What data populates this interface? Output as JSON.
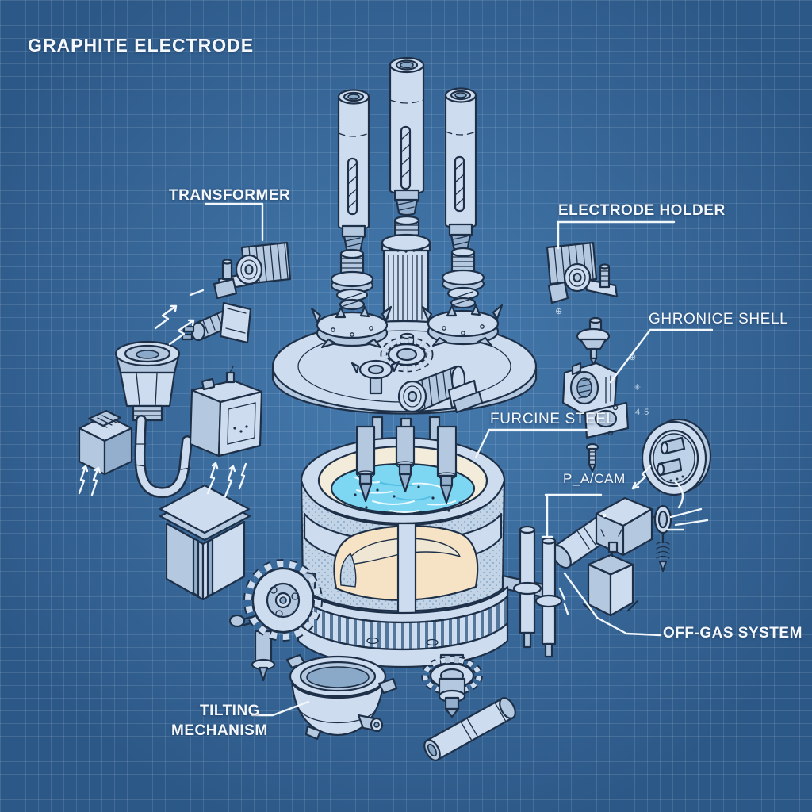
{
  "labels": {
    "graphite_electrode": "GRAPHITE ELECTRODE",
    "transformer": "TRANSFORMER",
    "electrode_holder": "ELECTRODE HOLDER",
    "furnace_shell": "GHRONICE SHELL",
    "furnace_steel": "FURCINE STEEL",
    "pacam": "P_A/CAM",
    "off_gas_system": "OFF-GAS SYSTEM",
    "tilting_mechanism_line1": "TILTING",
    "tilting_mechanism_line2": "MECHANISM"
  },
  "annotation_marks": {
    "m1": "⊕",
    "m2": "⊕",
    "m3": "✳",
    "m4": "4.5"
  },
  "colors": {
    "bg_center": "#477cb0",
    "bg_edge": "#2c5887",
    "grid_line": "rgba(220,235,250,0.13)",
    "line": "#1e3048",
    "part_light": "#cddcee",
    "part_mid": "#b4c9e0",
    "part_shadow": "#93afcd",
    "rim_cream": "#f4ecda",
    "interior_tan": "#f6e2c4",
    "molten": "#7ed7f2",
    "label_text": "#f4f8fd",
    "leader": "#f2f7fc"
  }
}
